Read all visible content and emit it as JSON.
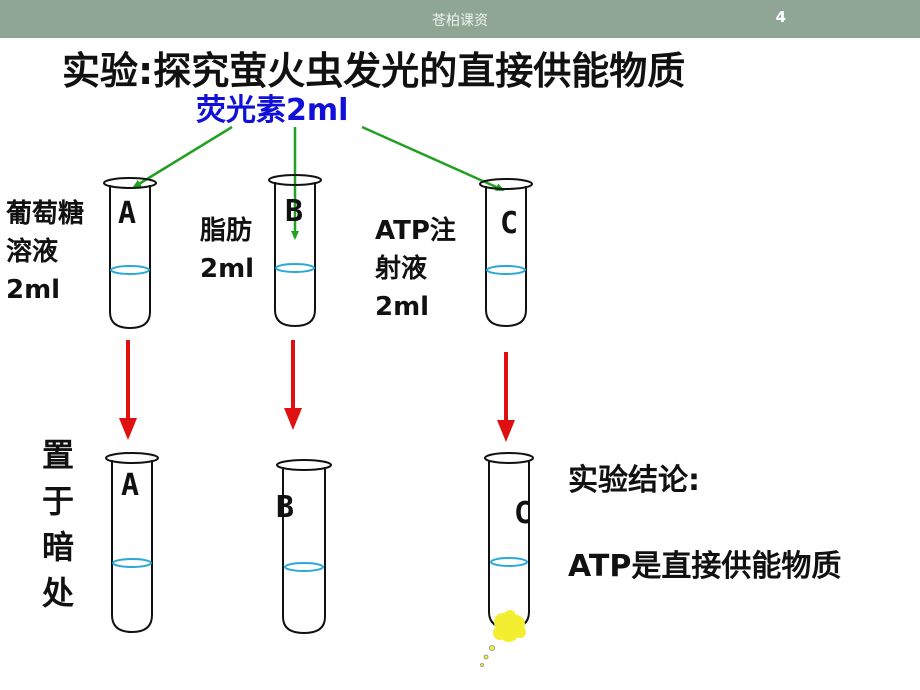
{
  "header": {
    "source": "苍柏课资",
    "page_number": "4"
  },
  "title": "实验:探究萤火虫发光的直接供能物质",
  "luciferin_label": "荧光素2ml",
  "labels": {
    "a_line1": "葡萄糖",
    "a_line2": "溶液",
    "a_line3": "2ml",
    "b_line1": "脂肪",
    "b_line2": "2ml",
    "c_line1": "ATP注",
    "c_line2": "射液",
    "c_line3": "2ml"
  },
  "tubes": {
    "a": "A",
    "b": "B",
    "c": "C"
  },
  "dark_place": [
    "置",
    "于",
    "暗",
    "处"
  ],
  "conclusion": {
    "heading": "实验结论:",
    "text": "ATP是直接供能物质"
  },
  "colors": {
    "header_bar": "#8fa695",
    "liquid": "#2aa8d8",
    "green_arrow": "#22a022",
    "red_arrow": "#e01010",
    "glow": "#f4ee30",
    "label_blue": "#1010d8"
  }
}
